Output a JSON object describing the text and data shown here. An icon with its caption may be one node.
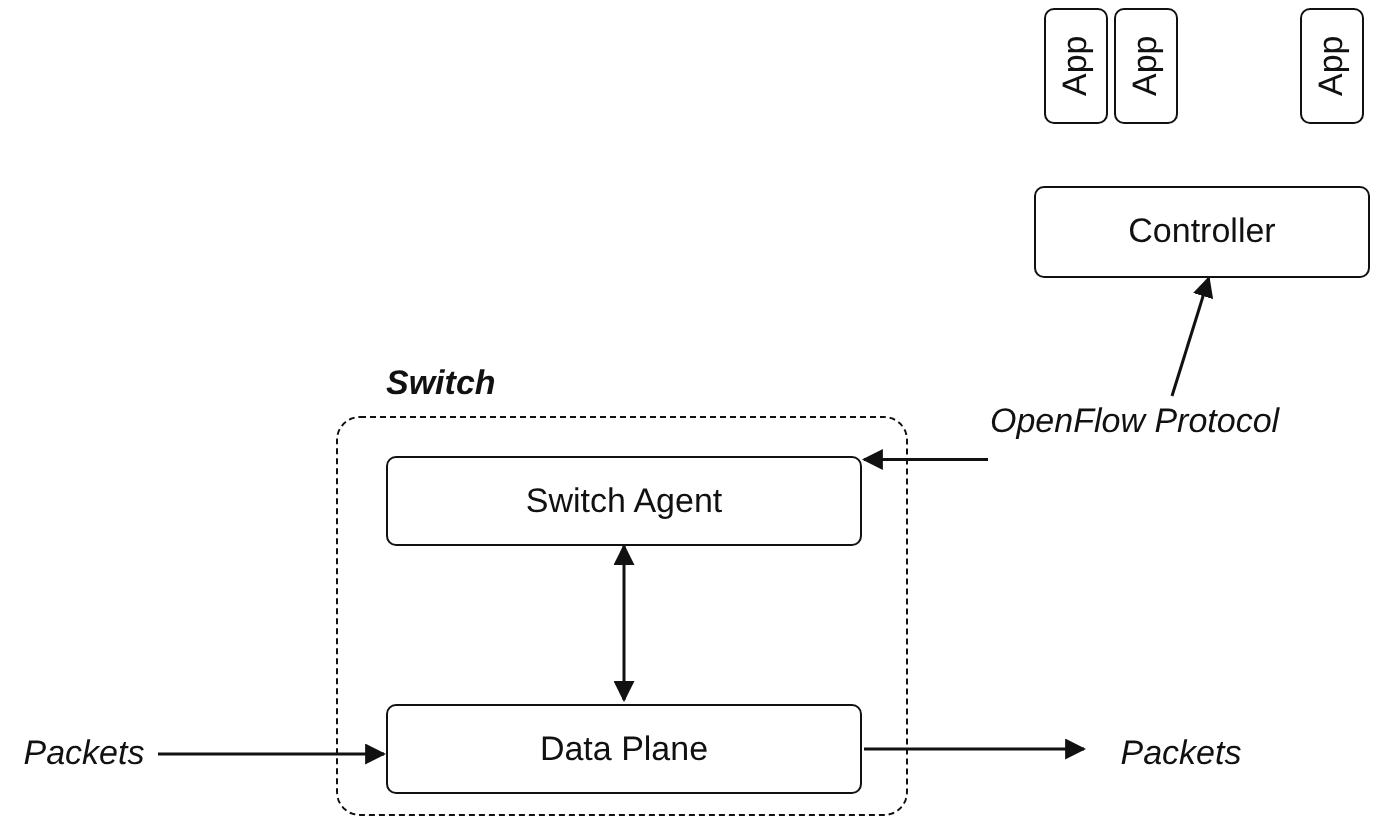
{
  "diagram": {
    "nodes": [
      {
        "text": [
          "App"
        ]
      },
      {
        "text": [
          "App"
        ]
      },
      {
        "text": [
          "App"
        ]
      },
      {
        "text": [
          "Controller"
        ]
      },
      {
        "text": [
          "OpenFlow Protocol"
        ]
      },
      {
        "text": [
          "Switch"
        ]
      },
      {
        "text": [
          "Switch Agent"
        ],
        "in": 5
      },
      {
        "text": [
          "Packets"
        ]
      },
      {
        "text": [
          "Data Plane"
        ],
        "in": 5
      },
      {
        "text": [
          "Packets"
        ]
      }
    ],
    "edges": [
      {
        "from": 4,
        "to": 3,
        "arrow": "to"
      },
      {
        "from": 4,
        "to": 6,
        "arrow": "to"
      },
      {
        "from": 6,
        "to": 8,
        "arrow": "both"
      },
      {
        "from": 7,
        "to": 8,
        "arrow": "to"
      },
      {
        "from": 8,
        "to": 9,
        "arrow": "to"
      }
    ]
  }
}
